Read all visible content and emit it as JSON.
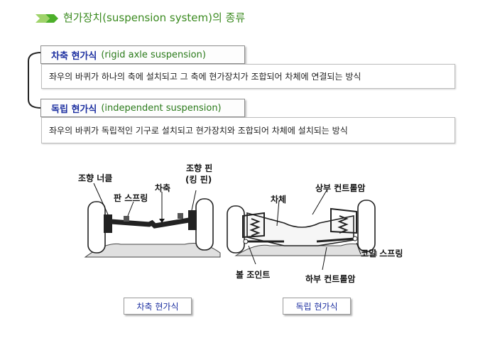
{
  "title": "현가장치(suspension system)의 종류",
  "types": [
    {
      "name_ko": "차축 현가식",
      "name_en": "(rigid axle suspension)",
      "description": "좌우의 바퀴가 하나의 축에 설치되고 그 축에 현가장치가 조합되어 차체에  연결되는 방식"
    },
    {
      "name_ko": "독립 현가식",
      "name_en": "(independent suspension)",
      "description": "좌우의 바퀴가 독립적인 기구로 설치되고 현가장치와 조합되어 차체에 설치되는 방식"
    }
  ],
  "diagram_labels": {
    "steering_knuckle": "조향 너클",
    "leaf_spring": "판 스프링",
    "axle": "차축",
    "kingpin_line1": "조향 핀",
    "kingpin_line2": "(킹 핀)",
    "upper_arm": "상부 컨트롤암",
    "body": "차체",
    "coil_spring": "코일 스프링",
    "ball_joint": "볼 조인트",
    "lower_arm": "하부 컨트롤암"
  },
  "captions": {
    "rigid": "차축 현가식",
    "independent": "독립 현가식"
  },
  "colors": {
    "title_green": "#3a8a1f",
    "name_blue": "#1c2fa0",
    "english_green": "#2a7a1a"
  },
  "icons": {
    "title_arrow": "double-chevron-arrow-icon"
  }
}
